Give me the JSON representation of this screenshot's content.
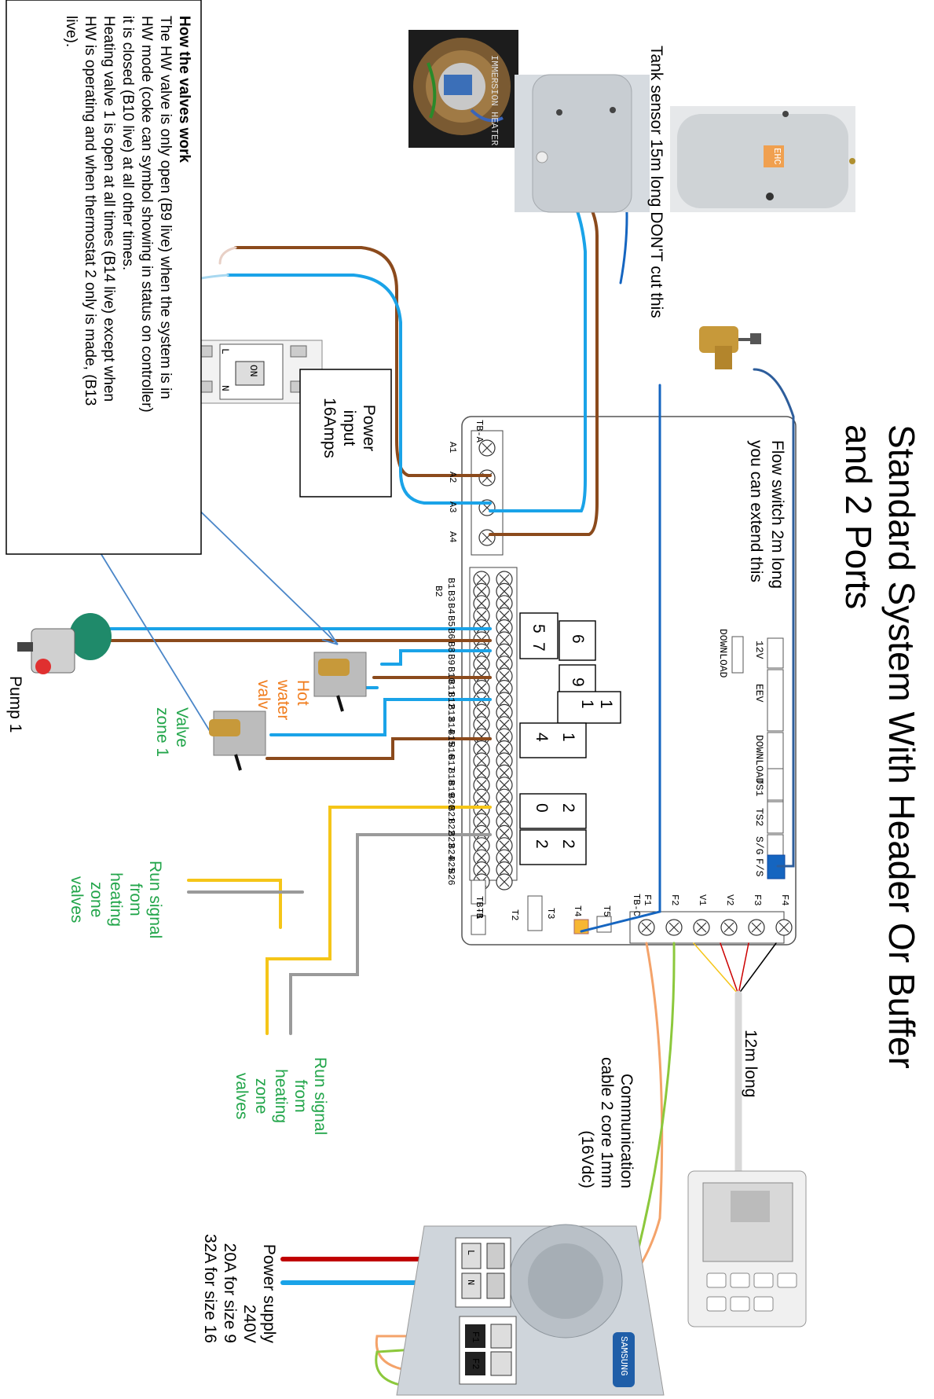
{
  "title": {
    "line1": "Standard System With Header Or Buffer",
    "line2": "and 2 Ports"
  },
  "notes": {
    "heading": "How the valves work",
    "lines": [
      "The HW valve is only open (B9 live) when the system is in",
      "HW mode (coke can symbol showing in status on controller)",
      "it is closed (B10 live) at all other times.",
      "Heating valve 1 is open at all times (B14 live) except when",
      "HW is operating and when thermostat 2 only is made, (B13",
      "live)."
    ]
  },
  "labels": {
    "tank_sensor": "Tank sensor 15m long DON'T cut this",
    "flow_switch_1": "Flow switch 2m long",
    "flow_switch_2": "you can extend this",
    "power_input": "Power\ninput\n16Amps",
    "hot_water_valve": "Hot\nwater\nvalv",
    "valve_zone_1": "Valve\nzone 1",
    "pump_1": "Pump 1",
    "run_signal_1": "Run signal\nfrom\nheating\nzone\nvalves",
    "run_signal_2": "Run signal\nfrom\nheating\nzone\nvalves",
    "remote_cable": "12m long",
    "comm_cable": "Communication\ncable 2 core 1mm\n(16Vdc)",
    "power_supply": "Power supply\n240V\n20A for size 9\n32A for size 16",
    "tank_badge": "EHC"
  },
  "board": {
    "tb_a": "TB-A",
    "tb_c": "TB-C",
    "tb_b": "TB-B",
    "a_terms": [
      "A1",
      "A2",
      "A3",
      "A4"
    ],
    "b_terms": [
      "B1",
      "B3",
      "B4",
      "B5",
      "B6",
      "B8",
      "B9",
      "B10",
      "B11",
      "B12",
      "B13",
      "B14",
      "B15",
      "B16",
      "B17",
      "B18",
      "B19",
      "B20",
      "B21",
      "B22",
      "B23",
      "B24",
      "B25",
      "B26"
    ],
    "b_terms_top": [
      "B2"
    ],
    "c_terms": [
      "F1",
      "F2",
      "V1",
      "V2",
      "F3",
      "F4"
    ],
    "headers": [
      "12V",
      "EEV",
      "DOWNLOAD",
      "TS1",
      "TS2",
      "S/G",
      "F/S"
    ],
    "download_small": "DOWNLOAD",
    "t_labels": [
      "T1",
      "T2",
      "T3",
      "T4",
      "T5"
    ],
    "num_boxes": [
      {
        "top": "5",
        "bottom": "7"
      },
      {
        "top": "6",
        "bottom": ""
      },
      {
        "top": "9",
        "bottom": ""
      },
      {
        "top": "1",
        "bottom": "1"
      },
      {
        "top": "1",
        "bottom": "4"
      },
      {
        "top": "2",
        "bottom": "0"
      },
      {
        "top": "2",
        "bottom": "2"
      }
    ]
  },
  "outdoor_unit": {
    "brand": "SAMSUNG",
    "term_l": "L",
    "term_n": "N",
    "term_f1": "F1",
    "term_f2": "F2"
  },
  "immersion_text": "IMMERSION HEATER",
  "breaker_label": "ON",
  "breaker_terms": {
    "l": "L",
    "n": "N"
  },
  "colors": {
    "blue": "#1aa3e8",
    "brown": "#8b4a1c",
    "yellow": "#f5c518",
    "grey": "#9a9a9a",
    "red": "#c00000",
    "orange_wire": "#f4a36a",
    "lime_wire": "#8cc83c",
    "arrow": "#4a86c8",
    "label_green": "#22a54a",
    "label_orange": "#f07d1e"
  }
}
